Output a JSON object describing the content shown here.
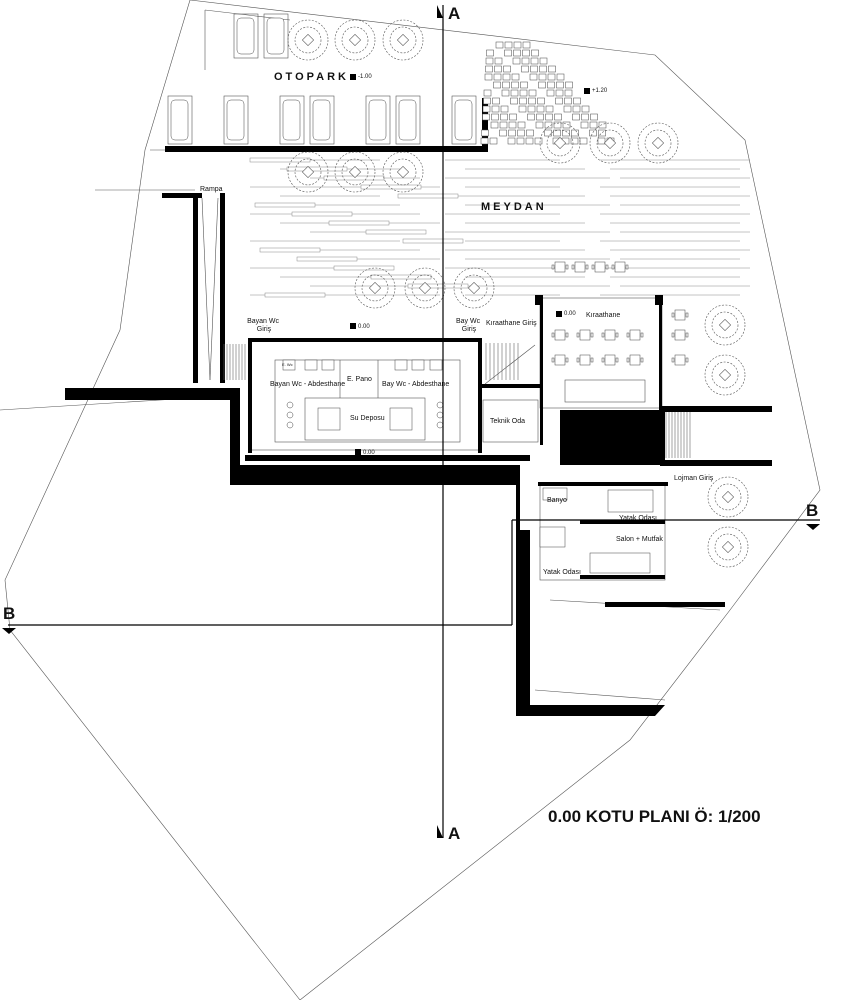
{
  "zones": {
    "otopark": "OTOPARK",
    "meydan": "MEYDAN",
    "rampa": "Rampa"
  },
  "rooms": {
    "bayan_wc_giris": [
      "Bayan Wc",
      "Giriş"
    ],
    "bay_wc_giris": [
      "Bay Wc",
      "Giriş"
    ],
    "kiraathane_giris": "Kıraathane Giriş",
    "kiraathane": "Kıraathane",
    "bayan_wc_abdesthane": "Bayan Wc - Abdesthane",
    "e_pano": "E. Pano",
    "bay_wc_abdesthane": "Bay Wc - Abdesthane",
    "su_deposu": "Su Deposu",
    "teknik_oda": "Teknik Oda",
    "lojman_giris": "Lojman Giriş",
    "banyo": "Banyo",
    "yatak_odasi_1": "Yatak Odası",
    "salon_mutfak": "Salon + Mutfak",
    "yatak_odasi_2": "Yatak Odası",
    "e_wc": "E. Wc"
  },
  "levels": {
    "otopark": "-1.00",
    "upper_plaza": "+1.20",
    "wc_entrance": "0.00",
    "kiraathane": "0.00",
    "su_deposu": "0.00"
  },
  "sections": {
    "a_top": "A",
    "a_bottom": "A",
    "b_left": "B",
    "b_right": "B"
  },
  "title": "0.00 KOTU PLANI  Ö: 1/200",
  "colors": {
    "ink": "#000000",
    "line": "#555555",
    "paper": "#ffffff"
  }
}
